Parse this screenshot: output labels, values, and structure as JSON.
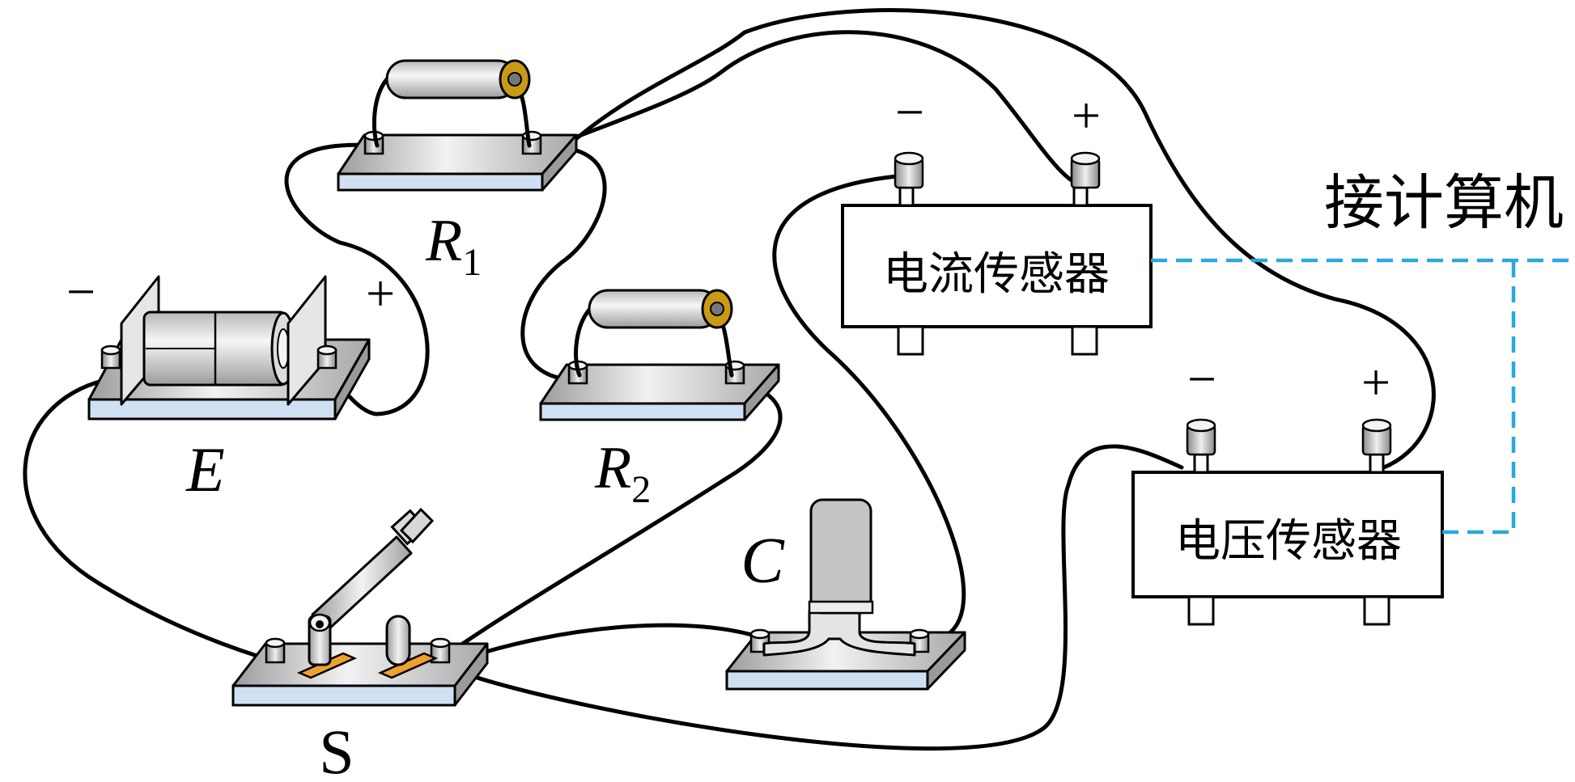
{
  "labels": {
    "r1_main": "R",
    "r1_sub": "1",
    "r2_main": "R",
    "r2_sub": "2",
    "battery": "E",
    "capacitor": "C",
    "switch": "S",
    "battery_minus": "−",
    "battery_plus": "+",
    "current_sensor_minus": "−",
    "current_sensor_plus": "+",
    "voltage_sensor_minus": "−",
    "voltage_sensor_plus": "+",
    "current_sensor": "电流传感器",
    "voltage_sensor": "电压传感器",
    "computer": "接计算机"
  },
  "colors": {
    "wire": "#000000",
    "data_line": "#29a8e0",
    "resistor_cap": "#c99a16",
    "switch_contact": "#f0a030",
    "base_front": "#cfe0f2"
  }
}
